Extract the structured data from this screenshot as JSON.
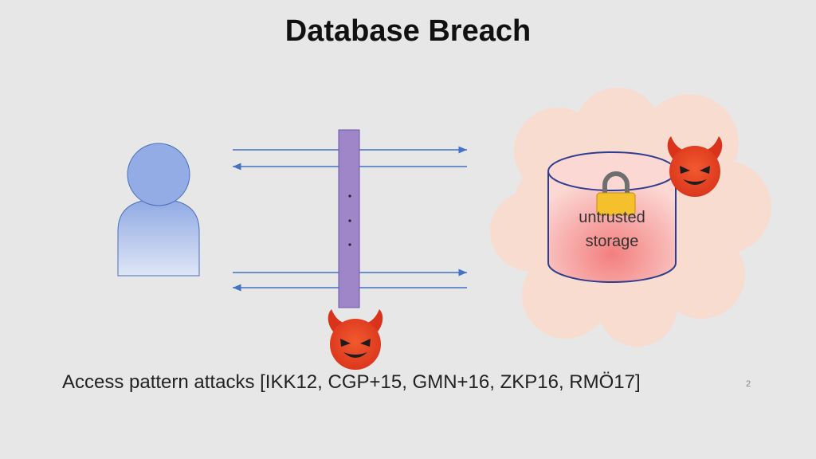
{
  "slide": {
    "title": "Database Breach",
    "caption": "Access pattern attacks [IKK12, CGP+15, GMN+16, ZKP16, RMÖ17]",
    "page_number": "2"
  },
  "diagram": {
    "storage_label_line1": "untrusted",
    "storage_label_line2": "storage",
    "ellipsis": "...",
    "icons": [
      "user-icon",
      "server-icon",
      "lock-icon",
      "devil-icon",
      "devil-icon"
    ]
  },
  "colors": {
    "background": "#e7e7e7",
    "arrow": "#4472c4",
    "channel": "#9e86c8",
    "cloud": "#f7ddd3",
    "database": "#f2a5a5",
    "user": "#9fb7e8"
  }
}
